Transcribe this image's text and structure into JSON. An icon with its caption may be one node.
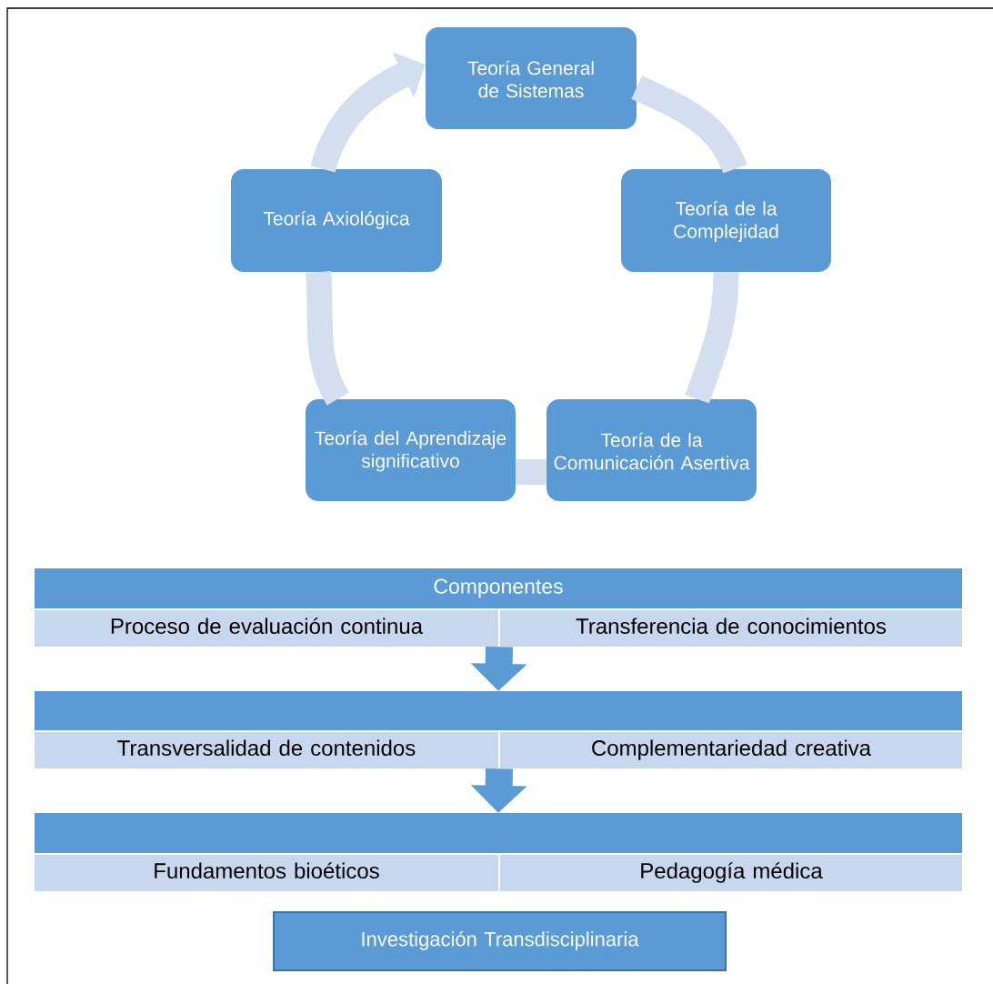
{
  "diagram": {
    "nodes": [
      {
        "text": [
          "Teoría General de Sistemas"
        ]
      },
      {
        "text": [
          "Teoría de la Complejidad"
        ]
      },
      {
        "text": [
          "Teoría de la Comunicación Asertiva"
        ]
      },
      {
        "text": [
          "Teoría del Aprendizaje significativo"
        ]
      },
      {
        "text": [
          "Teoría Axiológica"
        ]
      },
      {
        "text": [
          "Componentes"
        ]
      },
      {
        "text": [
          "Proceso de evaluación continua"
        ]
      },
      {
        "text": [
          "Transferencia de conocimientos"
        ]
      },
      {
        "text": [],
        "shape": "bar"
      },
      {
        "text": [
          "Transversalidad de contenidos"
        ]
      },
      {
        "text": [
          "Complementariedad creativa"
        ]
      },
      {
        "text": [],
        "shape": "bar"
      },
      {
        "text": [
          "Fundamentos bioéticos"
        ]
      },
      {
        "text": [
          "Pedagogía médica"
        ]
      },
      {
        "text": [
          "Investigación Transdisciplinaria"
        ]
      }
    ],
    "edges": [
      {
        "from": 0,
        "to": 1,
        "arrow": "none"
      },
      {
        "from": 1,
        "to": 2,
        "arrow": "none"
      },
      {
        "from": 2,
        "to": 3,
        "arrow": "none"
      },
      {
        "from": 3,
        "to": 4,
        "arrow": "none"
      },
      {
        "from": 4,
        "to": 0,
        "arrow": "to"
      },
      {
        "from": 6,
        "to": 8,
        "arrow": "to",
        "color": "#5b9bd5"
      },
      {
        "from": 7,
        "to": 8,
        "arrow": "to",
        "color": "#5b9bd5"
      },
      {
        "from": 9,
        "to": 11,
        "arrow": "to",
        "color": "#5b9bd5"
      },
      {
        "from": 10,
        "to": 11,
        "arrow": "to",
        "color": "#5b9bd5"
      }
    ]
  }
}
